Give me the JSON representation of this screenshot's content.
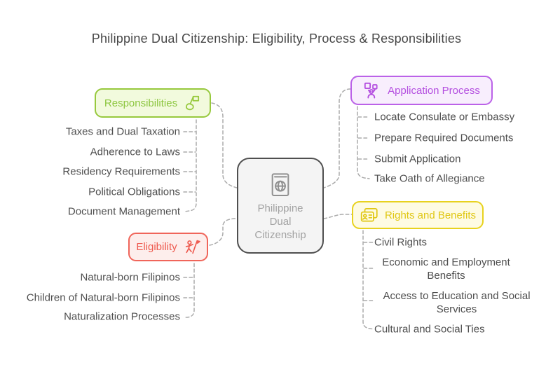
{
  "title": "Philippine Dual Citizenship: Eligibility, Process & Responsibilities",
  "colors": {
    "responsibilities": "#8cc63f",
    "application_process": "#b44fe0",
    "rights_and_benefits": "#e0c713",
    "eligibility": "#ee5a4f",
    "center_border": "#4f4f4f",
    "item_text": "#4e4e4e",
    "connector": "#ababab"
  },
  "center": {
    "icon": "passport-icon",
    "label_lines": [
      "Philippine",
      "Dual",
      "Citizenship"
    ]
  },
  "branches": {
    "responsibilities": {
      "label": "Responsibilities",
      "icon": "hand-holding-flag-icon",
      "items": [
        "Taxes and Dual Taxation",
        "Adherence to Laws",
        "Residency Requirements",
        "Political Obligations",
        "Document Management"
      ]
    },
    "application_process": {
      "label": "Application Process",
      "icon": "person-with-boxes-icon",
      "items": [
        "Locate Consulate or Embassy",
        "Prepare Required Documents",
        "Submit Application",
        "Take Oath of Allegiance"
      ]
    },
    "rights_and_benefits": {
      "label": "Rights and Benefits",
      "icon": "id-cards-icon",
      "items": [
        "Civil Rights",
        "Economic and Employment Benefits",
        "Access to Education and Social Services",
        "Cultural and Social Ties"
      ]
    },
    "eligibility": {
      "label": "Eligibility",
      "icon": "person-reaching-flag-icon",
      "items": [
        "Natural-born Filipinos",
        "Children of Natural-born Filipinos",
        "Naturalization Processes"
      ]
    }
  }
}
